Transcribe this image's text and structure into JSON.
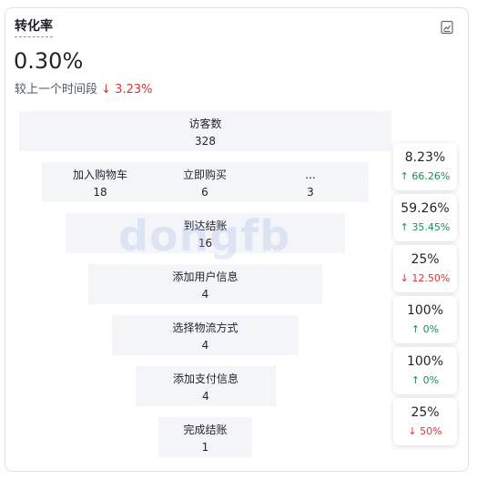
{
  "card": {
    "title": "转化率",
    "value": "0.30%",
    "compare_label": "较上一个时间段",
    "compare_change": "↓ 3.23%"
  },
  "funnel": {
    "stages": [
      {
        "label": "访客数",
        "count": "328"
      },
      {
        "label": "到达结账",
        "count": "16"
      },
      {
        "label": "添加用户信息",
        "count": "4"
      },
      {
        "label": "选择物流方式",
        "count": "4"
      },
      {
        "label": "添加支付信息",
        "count": "4"
      },
      {
        "label": "完成结账",
        "count": "1"
      }
    ],
    "cart_stage": [
      {
        "label": "加入购物车",
        "count": "18"
      },
      {
        "label": "立即购买",
        "count": "6"
      },
      {
        "label": "...",
        "count": "3"
      }
    ],
    "rates": [
      {
        "pct": "8.23%",
        "change": "↑ 66.26%",
        "dir": "up"
      },
      {
        "pct": "59.26%",
        "change": "↑ 35.45%",
        "dir": "up"
      },
      {
        "pct": "25%",
        "change": "↓ 12.50%",
        "dir": "down"
      },
      {
        "pct": "100%",
        "change": "↑ 0%",
        "dir": "up"
      },
      {
        "pct": "100%",
        "change": "↑ 0%",
        "dir": "up"
      },
      {
        "pct": "25%",
        "change": "↓ 50%",
        "dir": "down"
      }
    ]
  },
  "icons": {
    "chart": "chart-analysis-icon"
  },
  "colors": {
    "up": "#1e8f52",
    "down": "#d83931",
    "stage_bg": "#f3f5f9"
  },
  "watermark": "dongfb"
}
